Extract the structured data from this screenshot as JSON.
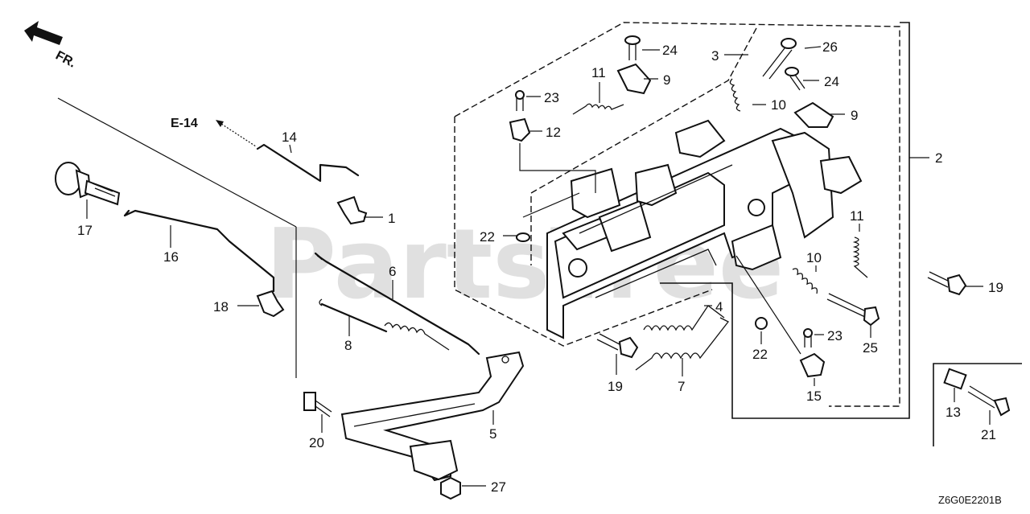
{
  "diagram": {
    "direction_label": "FR.",
    "ref_label": "E-14",
    "watermark": "PartsTree",
    "diagram_code": "Z6G0E2201B",
    "callouts": [
      {
        "id": "c1",
        "text": "1"
      },
      {
        "id": "c2",
        "text": "2"
      },
      {
        "id": "c3",
        "text": "3"
      },
      {
        "id": "c4",
        "text": "4"
      },
      {
        "id": "c5",
        "text": "5"
      },
      {
        "id": "c6",
        "text": "6"
      },
      {
        "id": "c7",
        "text": "7"
      },
      {
        "id": "c8",
        "text": "8"
      },
      {
        "id": "c9a",
        "text": "9"
      },
      {
        "id": "c9b",
        "text": "9"
      },
      {
        "id": "c10a",
        "text": "10"
      },
      {
        "id": "c10b",
        "text": "10"
      },
      {
        "id": "c11a",
        "text": "11"
      },
      {
        "id": "c11b",
        "text": "11"
      },
      {
        "id": "c12",
        "text": "12"
      },
      {
        "id": "c13",
        "text": "13"
      },
      {
        "id": "c14",
        "text": "14"
      },
      {
        "id": "c15",
        "text": "15"
      },
      {
        "id": "c16",
        "text": "16"
      },
      {
        "id": "c17",
        "text": "17"
      },
      {
        "id": "c18",
        "text": "18"
      },
      {
        "id": "c19a",
        "text": "19"
      },
      {
        "id": "c19b",
        "text": "19"
      },
      {
        "id": "c20",
        "text": "20"
      },
      {
        "id": "c21",
        "text": "21"
      },
      {
        "id": "c22a",
        "text": "22"
      },
      {
        "id": "c22b",
        "text": "22"
      },
      {
        "id": "c23a",
        "text": "23"
      },
      {
        "id": "c23b",
        "text": "23"
      },
      {
        "id": "c24a",
        "text": "24"
      },
      {
        "id": "c24b",
        "text": "24"
      },
      {
        "id": "c25",
        "text": "25"
      },
      {
        "id": "c26",
        "text": "26"
      },
      {
        "id": "c27",
        "text": "27"
      }
    ]
  }
}
